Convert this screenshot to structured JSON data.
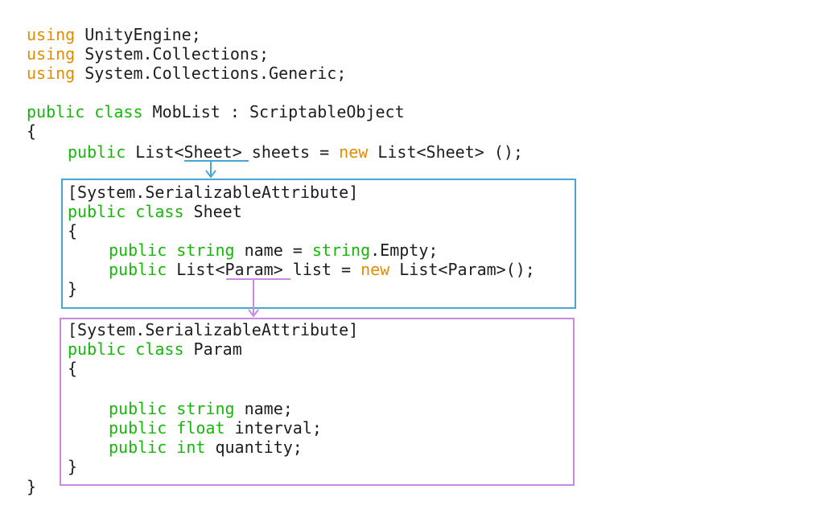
{
  "colors": {
    "keyword_green": "#17b60a",
    "keyword_orange": "#e58c00",
    "text": "#1d1d1d",
    "sheet_box": "#4aa7d3",
    "param_box": "#c98ae0"
  },
  "lines": [
    {
      "id": "using-unityengine",
      "tokens": [
        {
          "t": "using",
          "c": "orange"
        },
        {
          "t": " UnityEngine;",
          "c": "text"
        }
      ]
    },
    {
      "id": "using-collections",
      "tokens": [
        {
          "t": "using",
          "c": "orange"
        },
        {
          "t": " System.Collections;",
          "c": "text"
        }
      ]
    },
    {
      "id": "using-generic",
      "tokens": [
        {
          "t": "using",
          "c": "orange"
        },
        {
          "t": " System.Collections.Generic;",
          "c": "text"
        }
      ]
    },
    {
      "id": "class-moblist",
      "tokens": [
        {
          "t": "public",
          "c": "green"
        },
        {
          "t": " ",
          "c": "text"
        },
        {
          "t": "class",
          "c": "green"
        },
        {
          "t": " MobList : ScriptableObject",
          "c": "text"
        }
      ]
    },
    {
      "id": "open-brace-moblist",
      "tokens": [
        {
          "t": "{",
          "c": "text"
        }
      ]
    },
    {
      "id": "field-sheets",
      "tokens": [
        {
          "t": "public",
          "c": "green"
        },
        {
          "t": " List<Sheet> sheets = ",
          "c": "text"
        },
        {
          "t": "new",
          "c": "orange"
        },
        {
          "t": " List<Sheet> ();",
          "c": "text"
        }
      ]
    },
    {
      "id": "attr-sheet",
      "tokens": [
        {
          "t": "[System.SerializableAttribute]",
          "c": "text"
        }
      ]
    },
    {
      "id": "class-sheet",
      "tokens": [
        {
          "t": "public",
          "c": "green"
        },
        {
          "t": " ",
          "c": "text"
        },
        {
          "t": "class",
          "c": "green"
        },
        {
          "t": " Sheet",
          "c": "text"
        }
      ]
    },
    {
      "id": "open-brace-sheet",
      "tokens": [
        {
          "t": "{",
          "c": "text"
        }
      ]
    },
    {
      "id": "field-sheet-name",
      "tokens": [
        {
          "t": "public",
          "c": "green"
        },
        {
          "t": " ",
          "c": "text"
        },
        {
          "t": "string",
          "c": "green"
        },
        {
          "t": " name = ",
          "c": "text"
        },
        {
          "t": "string",
          "c": "green"
        },
        {
          "t": ".Empty;",
          "c": "text"
        }
      ]
    },
    {
      "id": "field-sheet-list",
      "tokens": [
        {
          "t": "public",
          "c": "green"
        },
        {
          "t": " List<Param> list = ",
          "c": "text"
        },
        {
          "t": "new",
          "c": "orange"
        },
        {
          "t": " List<Param>();",
          "c": "text"
        }
      ]
    },
    {
      "id": "close-brace-sheet",
      "tokens": [
        {
          "t": "}",
          "c": "text"
        }
      ]
    },
    {
      "id": "attr-param",
      "tokens": [
        {
          "t": "[System.SerializableAttribute]",
          "c": "text"
        }
      ]
    },
    {
      "id": "class-param",
      "tokens": [
        {
          "t": "public",
          "c": "green"
        },
        {
          "t": " ",
          "c": "text"
        },
        {
          "t": "class",
          "c": "green"
        },
        {
          "t": " Param",
          "c": "text"
        }
      ]
    },
    {
      "id": "open-brace-param",
      "tokens": [
        {
          "t": "{",
          "c": "text"
        }
      ]
    },
    {
      "id": "field-param-name",
      "tokens": [
        {
          "t": "public",
          "c": "green"
        },
        {
          "t": " ",
          "c": "text"
        },
        {
          "t": "string",
          "c": "green"
        },
        {
          "t": " name;",
          "c": "text"
        }
      ]
    },
    {
      "id": "field-param-interval",
      "tokens": [
        {
          "t": "public",
          "c": "green"
        },
        {
          "t": " ",
          "c": "text"
        },
        {
          "t": "float",
          "c": "green"
        },
        {
          "t": " interval;",
          "c": "text"
        }
      ]
    },
    {
      "id": "field-param-quantity",
      "tokens": [
        {
          "t": "public",
          "c": "green"
        },
        {
          "t": " ",
          "c": "text"
        },
        {
          "t": "int",
          "c": "green"
        },
        {
          "t": " quantity;",
          "c": "text"
        }
      ]
    },
    {
      "id": "close-brace-param",
      "tokens": [
        {
          "t": "}",
          "c": "text"
        }
      ]
    },
    {
      "id": "close-brace-moblist",
      "tokens": [
        {
          "t": "}",
          "c": "text"
        }
      ]
    }
  ]
}
